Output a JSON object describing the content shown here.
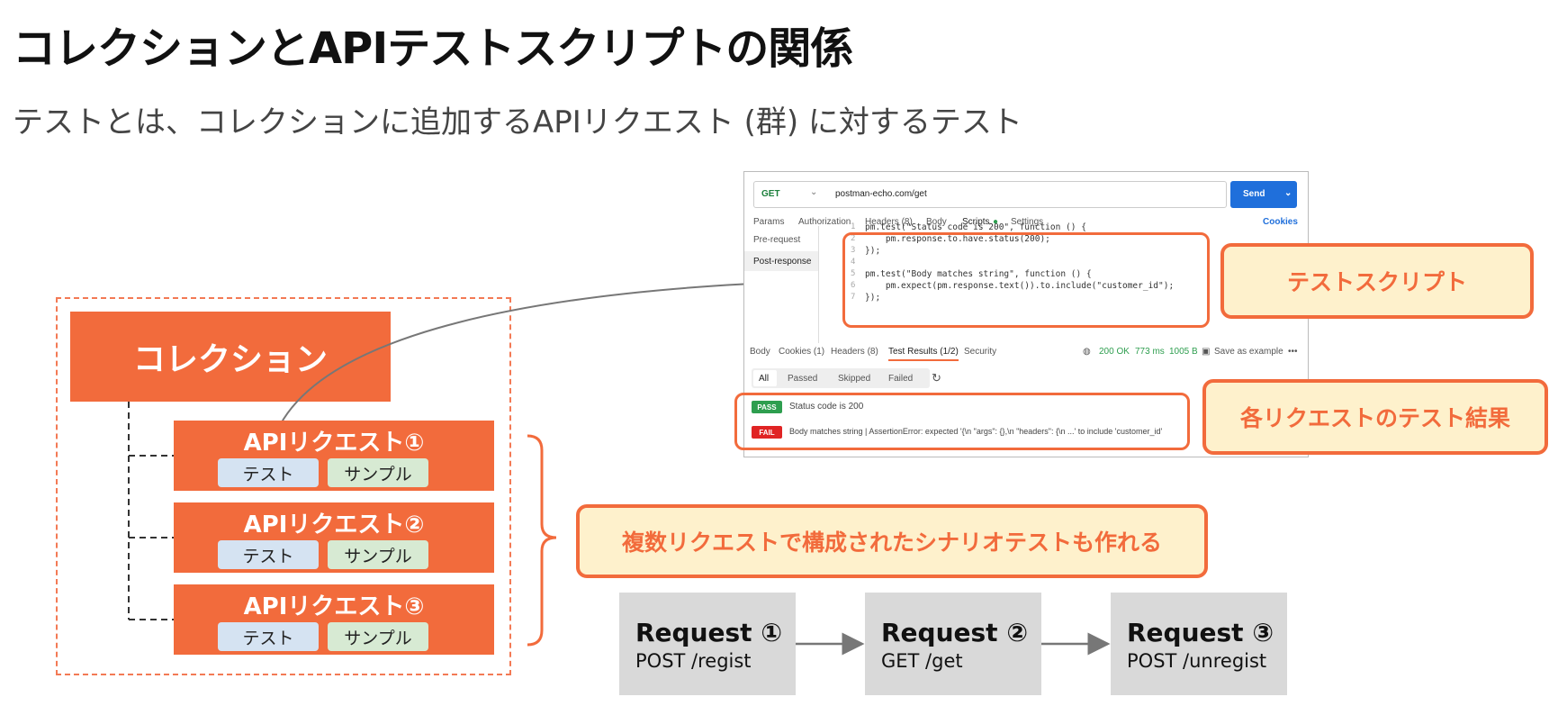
{
  "title": "コレクションとAPIテストスクリプトの関係",
  "subtitle": "テストとは、コレクションに追加するAPIリクエスト (群) に対するテスト",
  "collection": {
    "label": "コレクション",
    "requests": [
      {
        "title": "APIリクエスト①",
        "test": "テスト",
        "sample": "サンプル"
      },
      {
        "title": "APIリクエスト②",
        "test": "テスト",
        "sample": "サンプル"
      },
      {
        "title": "APIリクエスト③",
        "test": "テスト",
        "sample": "サンプル"
      }
    ]
  },
  "postman": {
    "method": "GET",
    "url": "postman-echo.com/get",
    "send": "Send",
    "request_tabs": [
      "Params",
      "Authorization",
      "Headers (8)",
      "Body",
      "Scripts",
      "Settings"
    ],
    "cookies": "Cookies",
    "side": [
      "Pre-request",
      "Post-response"
    ],
    "code_lines": [
      "pm.test(\"Status code is 200\", function () {",
      "    pm.response.to.have.status(200);",
      "});",
      "",
      "pm.test(\"Body matches string\", function () {",
      "    pm.expect(pm.response.text()).to.include(\"customer_id\");",
      "});"
    ],
    "line_numbers": [
      "1",
      "2",
      "3",
      "4",
      "5",
      "6",
      "7"
    ],
    "response_tabs": [
      "Body",
      "Cookies (1)",
      "Headers (8)",
      "Test Results (1/2)",
      "Security"
    ],
    "status": "200 OK",
    "time": "773 ms",
    "size": "1005 B",
    "save_example": "Save as example",
    "filters": [
      "All",
      "Passed",
      "Skipped",
      "Failed"
    ],
    "results": [
      {
        "badge": "PASS",
        "text": "Status code is 200",
        "color": "#2e9e4f"
      },
      {
        "badge": "FAIL",
        "text": "Body matches string | AssertionError: expected '{\\n \"args\": {},\\n \"headers\": {\\n ...' to include 'customer_id'",
        "color": "#e02424"
      }
    ]
  },
  "callouts": {
    "test_script": "テストスクリプト",
    "test_results": "各リクエストのテスト結果",
    "scenario": "複数リクエストで構成されたシナリオテストも作れる"
  },
  "flow": [
    {
      "title": "Request ①",
      "sub": "POST /regist"
    },
    {
      "title": "Request ②",
      "sub": "GET /get"
    },
    {
      "title": "Request ③",
      "sub": "POST /unregist"
    }
  ],
  "colors": {
    "accent": "#f26b3c",
    "callout_bg": "#fef1cc",
    "flow_bg": "#d9d9d9"
  }
}
